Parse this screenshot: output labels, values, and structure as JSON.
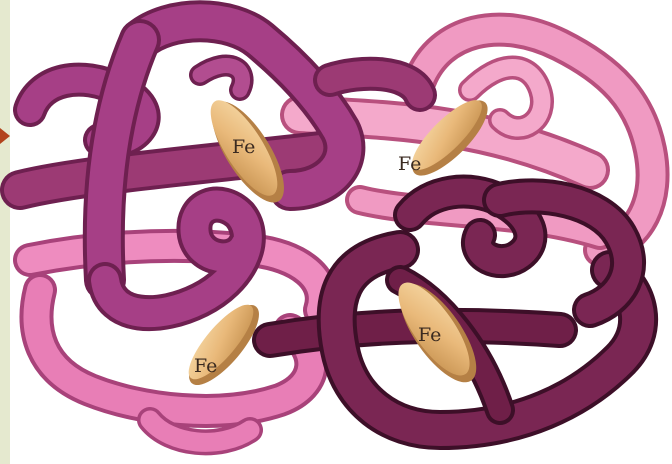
{
  "diagram": {
    "heme_groups": [
      {
        "id": "heme-1",
        "label": "Fe"
      },
      {
        "id": "heme-2",
        "label": "Fe"
      },
      {
        "id": "heme-3",
        "label": "Fe"
      },
      {
        "id": "heme-4",
        "label": "Fe"
      }
    ],
    "colors": {
      "chain_a": "#a63f86",
      "chain_b": "#f09ac2",
      "chain_c": "#e87eb6",
      "chain_d": "#6f1f48",
      "heme": "#e9b97a",
      "slide_bar": "#e5e9cf",
      "bullet": "#b2431c"
    }
  }
}
